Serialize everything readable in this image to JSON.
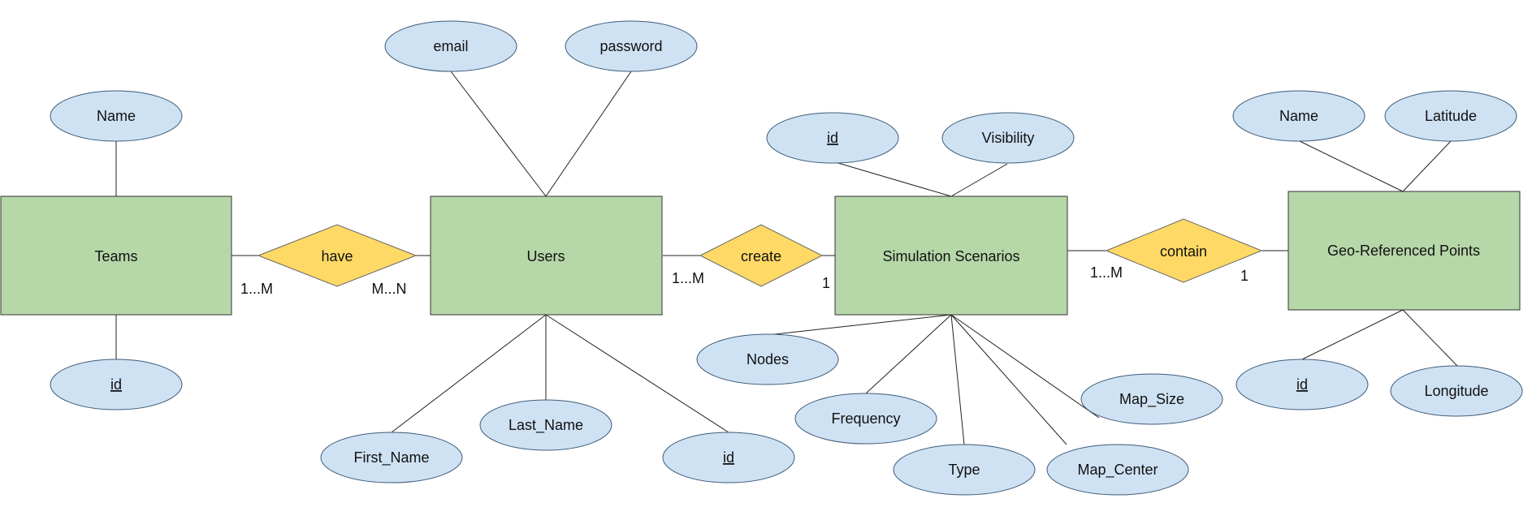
{
  "entities": {
    "teams": "Teams",
    "users": "Users",
    "scenarios": "Simulation Scenarios",
    "points": "Geo-Referenced Points"
  },
  "relationships": {
    "have": "have",
    "create": "create",
    "contain": "contain"
  },
  "attributes": {
    "teams_name": "Name",
    "teams_id": "id",
    "users_email": "email",
    "users_password": "password",
    "users_first_name": "First_Name",
    "users_last_name": "Last_Name",
    "users_id": "id",
    "scen_id": "id",
    "scen_visibility": "Visibility",
    "scen_nodes": "Nodes",
    "scen_frequency": "Frequency",
    "scen_type": "Type",
    "scen_map_center": "Map_Center",
    "scen_map_size": "Map_Size",
    "pts_name": "Name",
    "pts_latitude": "Latitude",
    "pts_id": "id",
    "pts_longitude": "Longitude"
  },
  "cardinalities": {
    "teams_have": "1...M",
    "have_users": "M...N",
    "users_create": "1...M",
    "create_scenarios": "1",
    "scenarios_contain": "1...M",
    "contain_points": "1"
  },
  "key_attributes": [
    "teams_id",
    "users_id",
    "scen_id",
    "pts_id"
  ]
}
